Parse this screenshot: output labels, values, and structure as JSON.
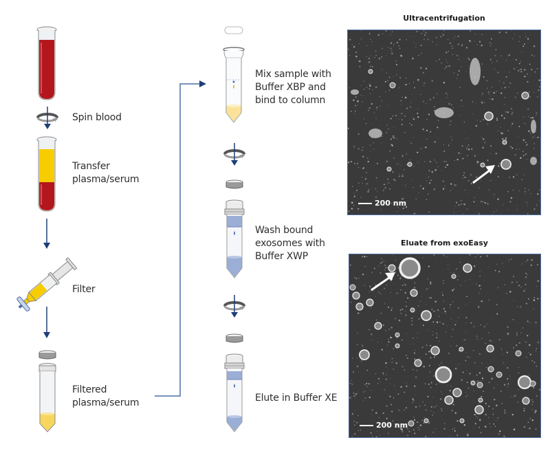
{
  "workflow": {
    "left_steps": [
      {
        "id": "spin",
        "label": "Spin blood"
      },
      {
        "id": "transfer",
        "label": "Transfer\nplasma/serum"
      },
      {
        "id": "filter",
        "label": "Filter"
      },
      {
        "id": "filtered",
        "label": "Filtered\nplasma/serum"
      }
    ],
    "middle_steps": [
      {
        "id": "mix",
        "label": "Mix sample with\nBuffer XBP and\nbind to column"
      },
      {
        "id": "wash",
        "label": "Wash bound\nexosomes with\nBuffer XWP"
      },
      {
        "id": "elute",
        "label": "Elute in Buffer XE"
      }
    ]
  },
  "micrographs": [
    {
      "title": "Ultracentrifugation",
      "scale_label": "200 nm"
    },
    {
      "title": "Eluate from exoEasy",
      "scale_label": "200 nm"
    }
  ],
  "colors": {
    "blood": "#b3171d",
    "plasma": "#f7cc00",
    "plasma_light": "#fbe49a",
    "buffer_blue": "#9aaed6",
    "arrow": "#1d3f78",
    "connector": "#4a6fa5",
    "sem_bg": "#3a3a3a"
  }
}
